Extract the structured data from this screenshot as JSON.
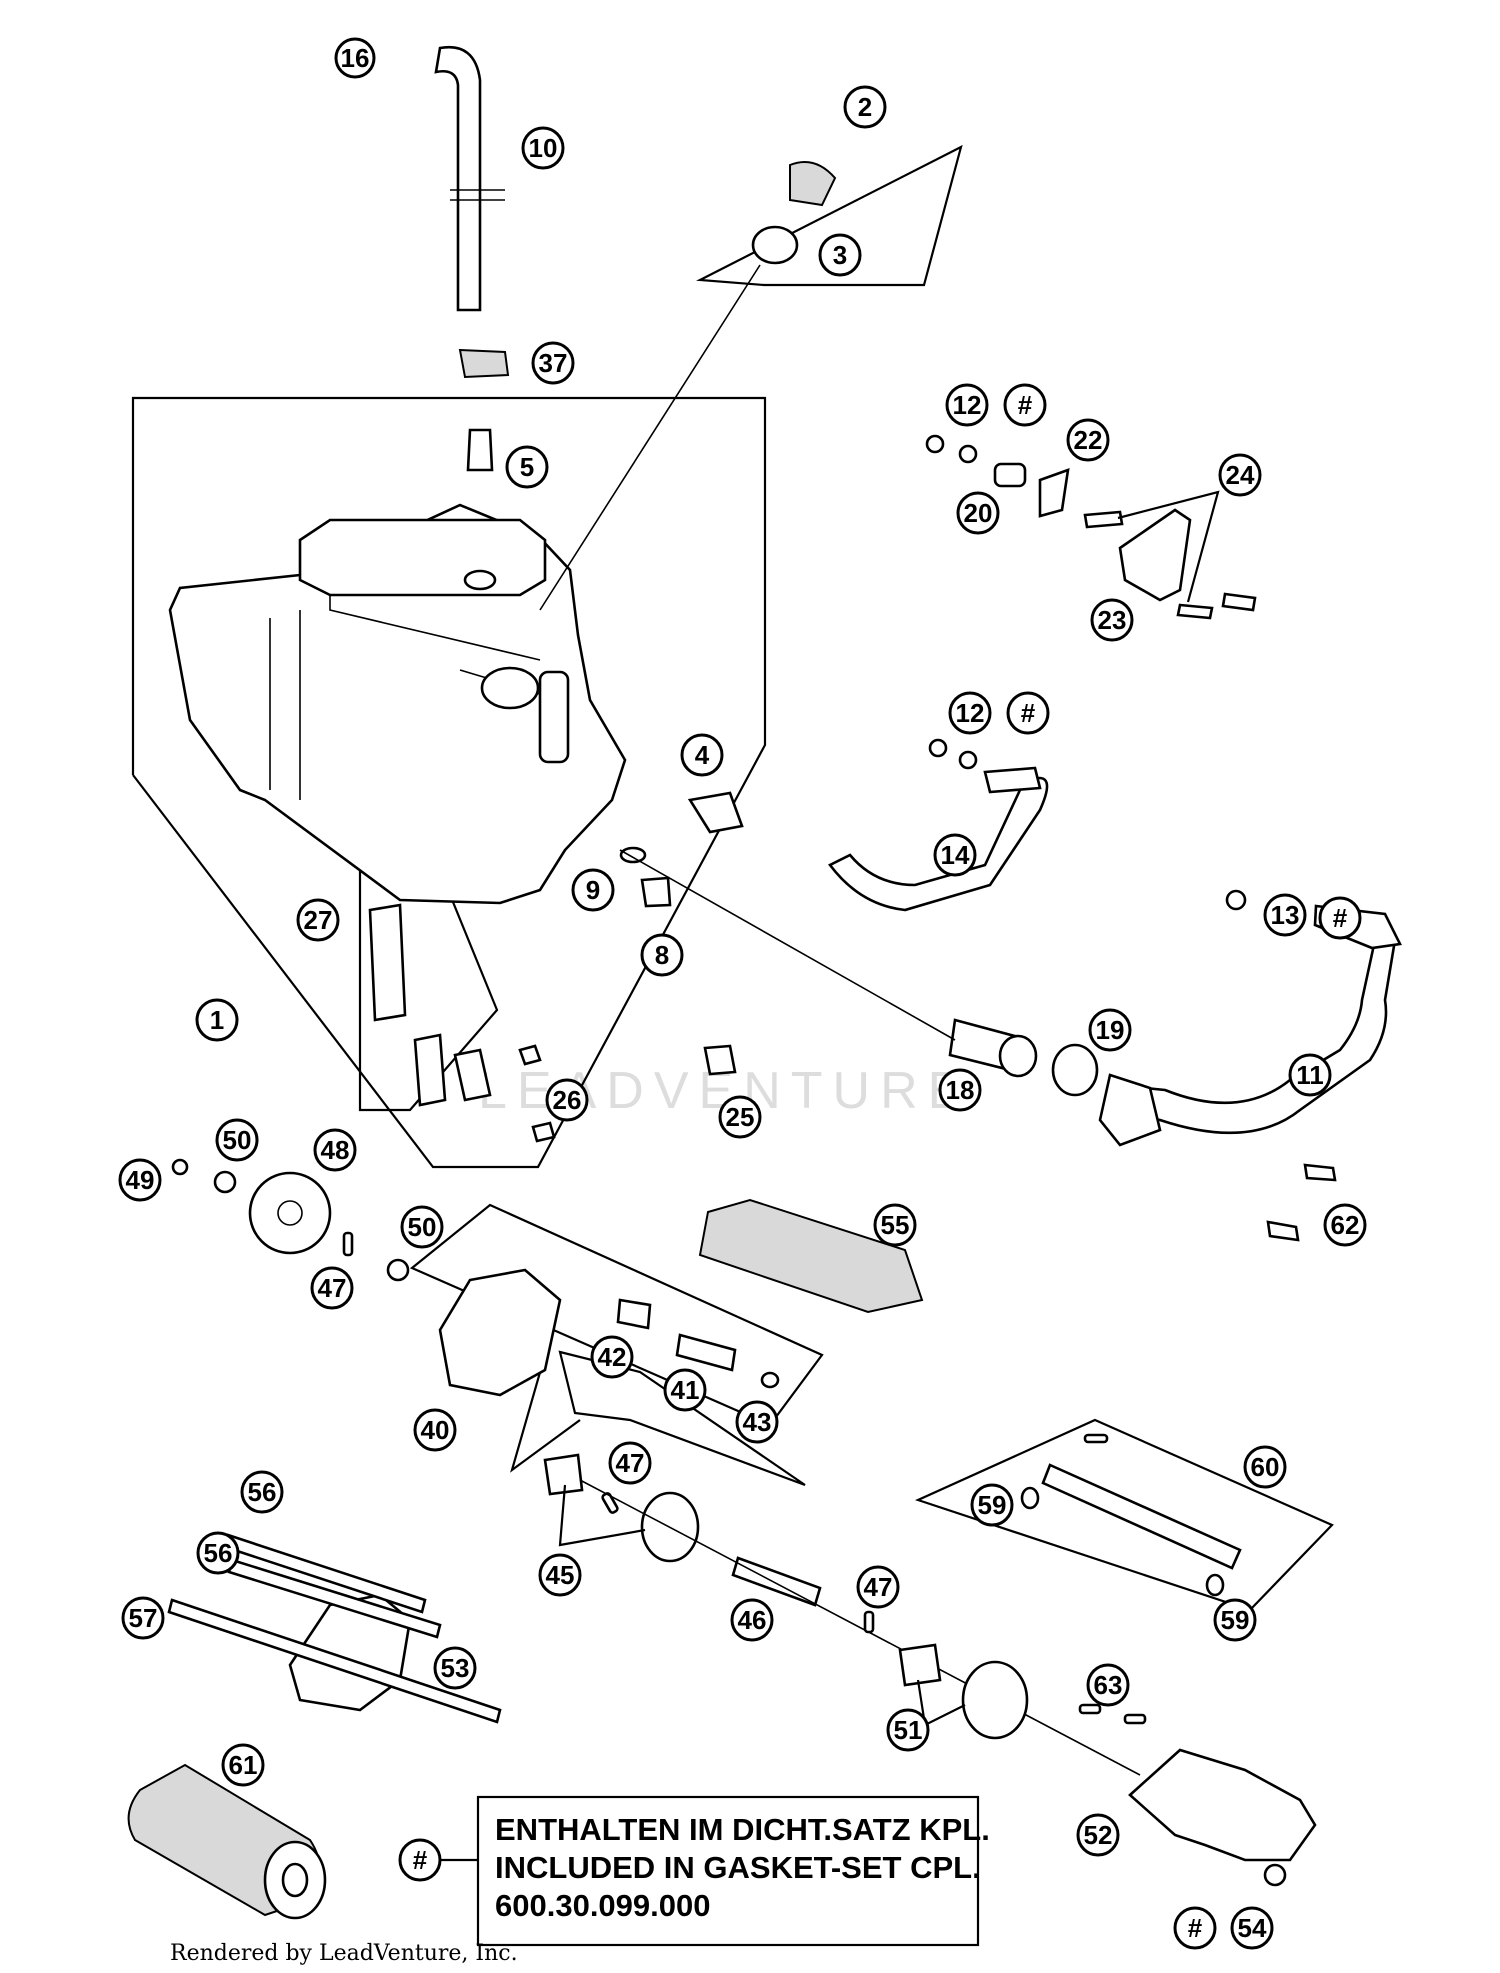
{
  "callouts": [
    {
      "id": "1",
      "label": "1"
    },
    {
      "id": "2",
      "label": "2"
    },
    {
      "id": "3",
      "label": "3"
    },
    {
      "id": "4",
      "label": "4"
    },
    {
      "id": "5",
      "label": "5"
    },
    {
      "id": "8",
      "label": "8"
    },
    {
      "id": "9",
      "label": "9"
    },
    {
      "id": "10",
      "label": "10"
    },
    {
      "id": "11",
      "label": "11"
    },
    {
      "id": "12a",
      "label": "12"
    },
    {
      "id": "12b",
      "label": "12"
    },
    {
      "id": "13",
      "label": "13"
    },
    {
      "id": "14",
      "label": "14"
    },
    {
      "id": "16",
      "label": "16"
    },
    {
      "id": "18",
      "label": "18"
    },
    {
      "id": "19",
      "label": "19"
    },
    {
      "id": "20",
      "label": "20"
    },
    {
      "id": "22",
      "label": "22"
    },
    {
      "id": "23",
      "label": "23"
    },
    {
      "id": "24",
      "label": "24"
    },
    {
      "id": "25",
      "label": "25"
    },
    {
      "id": "26",
      "label": "26"
    },
    {
      "id": "27",
      "label": "27"
    },
    {
      "id": "37",
      "label": "37"
    },
    {
      "id": "40",
      "label": "40"
    },
    {
      "id": "41",
      "label": "41"
    },
    {
      "id": "42",
      "label": "42"
    },
    {
      "id": "43",
      "label": "43"
    },
    {
      "id": "45",
      "label": "45"
    },
    {
      "id": "46",
      "label": "46"
    },
    {
      "id": "47a",
      "label": "47"
    },
    {
      "id": "47b",
      "label": "47"
    },
    {
      "id": "47c",
      "label": "47"
    },
    {
      "id": "48",
      "label": "48"
    },
    {
      "id": "49",
      "label": "49"
    },
    {
      "id": "50a",
      "label": "50"
    },
    {
      "id": "50b",
      "label": "50"
    },
    {
      "id": "51",
      "label": "51"
    },
    {
      "id": "52",
      "label": "52"
    },
    {
      "id": "53",
      "label": "53"
    },
    {
      "id": "54",
      "label": "54"
    },
    {
      "id": "55",
      "label": "55"
    },
    {
      "id": "56a",
      "label": "56"
    },
    {
      "id": "56b",
      "label": "56"
    },
    {
      "id": "57",
      "label": "57"
    },
    {
      "id": "59a",
      "label": "59"
    },
    {
      "id": "59b",
      "label": "59"
    },
    {
      "id": "60",
      "label": "60"
    },
    {
      "id": "61",
      "label": "61"
    },
    {
      "id": "62",
      "label": "62"
    },
    {
      "id": "63",
      "label": "63"
    },
    {
      "id": "h12a",
      "label": "#"
    },
    {
      "id": "h12b",
      "label": "#"
    },
    {
      "id": "h13",
      "label": "#"
    },
    {
      "id": "hleg",
      "label": "#"
    },
    {
      "id": "h54",
      "label": "#"
    }
  ],
  "legend": {
    "line1": "ENTHALTEN IM DICHT.SATZ KPL.",
    "line2": "INCLUDED IN GASKET-SET CPL.",
    "line3": "600.30.099.000"
  },
  "footer": "Rendered by LeadVenture, Inc.",
  "watermark": "LEADVENTURE"
}
